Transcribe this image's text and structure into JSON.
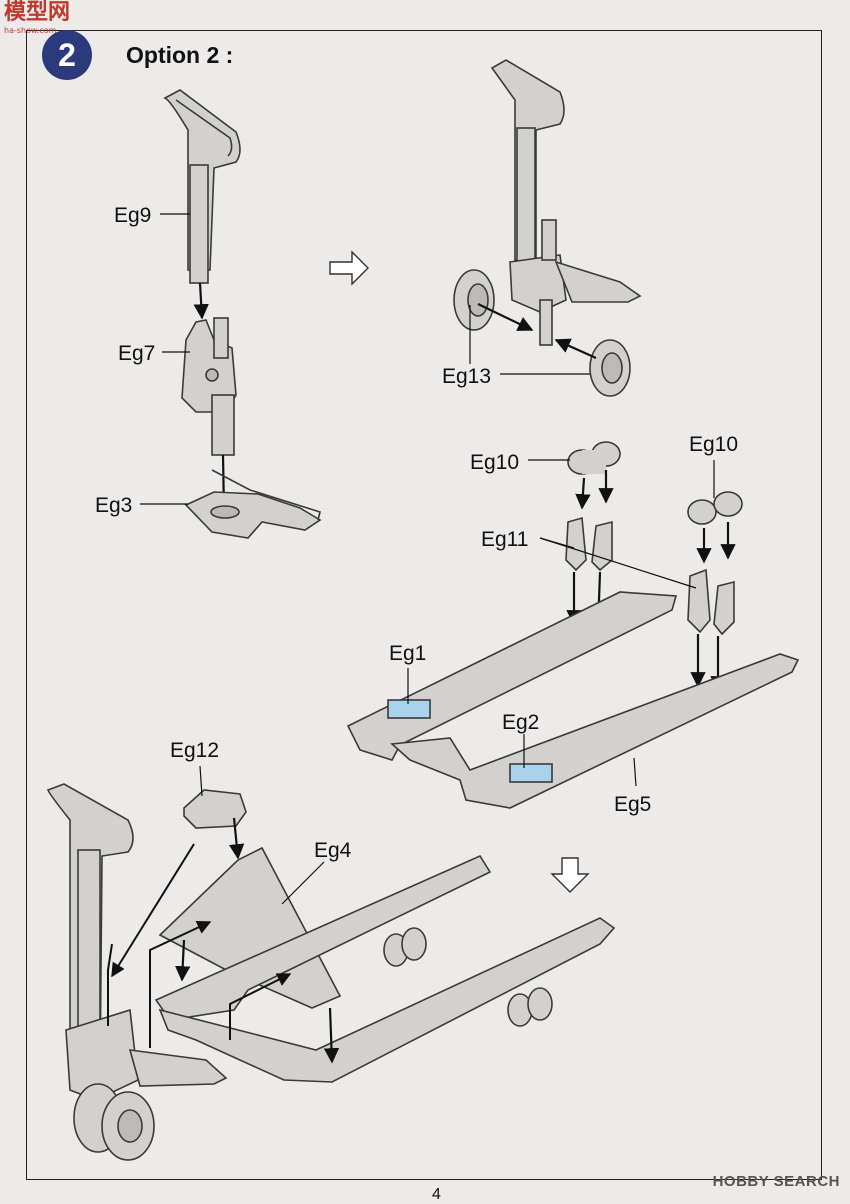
{
  "header": {
    "step_number": "2",
    "title": "Option 2 :"
  },
  "branding": {
    "logo_text": "模型网",
    "logo_url": "ha-show.com",
    "watermark": "HOBBY SEARCH"
  },
  "page_number": "4",
  "part_labels": {
    "eg9": "Eg9",
    "eg7": "Eg7",
    "eg3": "Eg3",
    "eg13": "Eg13",
    "eg10_left": "Eg10",
    "eg10_right": "Eg10",
    "eg11": "Eg11",
    "eg1": "Eg1",
    "eg2": "Eg2",
    "eg5": "Eg5",
    "eg12": "Eg12",
    "eg4": "Eg4"
  },
  "colors": {
    "part_fill": "#d3d1ce",
    "part_stroke": "#3a3a3a",
    "highlight": "#a9d3ea",
    "badge": "#2b3a7c"
  }
}
